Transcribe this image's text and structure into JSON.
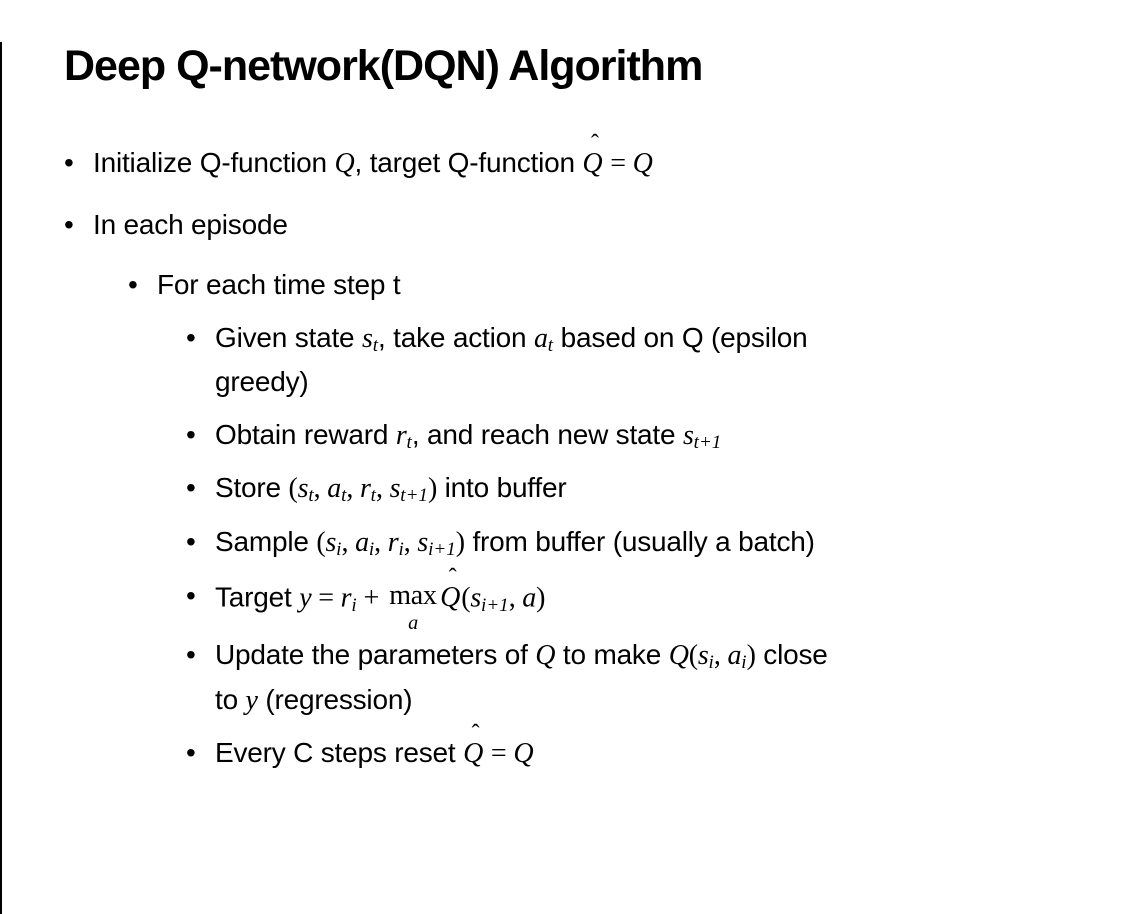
{
  "slide": {
    "title": "Deep Q-network(DQN) Algorithm",
    "glyphs": {
      "bullet": "•",
      "hat": "ˆ"
    },
    "bullets": [
      {
        "level": 1,
        "segments": [
          {
            "s": "t",
            "t": "Initialize Q-function "
          },
          {
            "s": "m",
            "t": "Q"
          },
          {
            "s": "t",
            "t": ", target Q-function "
          },
          {
            "s": "hat",
            "t": "Q"
          },
          {
            "s": "r",
            "t": " = "
          },
          {
            "s": "m",
            "t": "Q"
          }
        ]
      },
      {
        "level": 1,
        "segments": [
          {
            "s": "t",
            "t": "In each episode"
          }
        ]
      },
      {
        "level": 2,
        "segments": [
          {
            "s": "t",
            "t": "For each time step t"
          }
        ]
      },
      {
        "level": 3,
        "segments": [
          {
            "s": "t",
            "t": "Given state "
          },
          {
            "s": "m",
            "t": "s"
          },
          {
            "s": "sub",
            "t": "t"
          },
          {
            "s": "t",
            "t": ", take action "
          },
          {
            "s": "m",
            "t": "a"
          },
          {
            "s": "sub",
            "t": "t"
          },
          {
            "s": "t",
            "t": " based on Q (epsilon"
          },
          {
            "s": "br"
          },
          {
            "s": "t",
            "t": "greedy)"
          }
        ]
      },
      {
        "level": 3,
        "segments": [
          {
            "s": "t",
            "t": "Obtain reward "
          },
          {
            "s": "m",
            "t": "r"
          },
          {
            "s": "sub",
            "t": "t"
          },
          {
            "s": "t",
            "t": ", and reach new state "
          },
          {
            "s": "m",
            "t": "s"
          },
          {
            "s": "sub",
            "t": "t+1"
          }
        ]
      },
      {
        "level": 3,
        "segments": [
          {
            "s": "t",
            "t": "Store "
          },
          {
            "s": "r",
            "t": "("
          },
          {
            "s": "m",
            "t": "s"
          },
          {
            "s": "sub",
            "t": "t"
          },
          {
            "s": "r",
            "t": ", "
          },
          {
            "s": "m",
            "t": "a"
          },
          {
            "s": "sub",
            "t": "t"
          },
          {
            "s": "r",
            "t": ", "
          },
          {
            "s": "m",
            "t": "r"
          },
          {
            "s": "sub",
            "t": "t"
          },
          {
            "s": "r",
            "t": ", "
          },
          {
            "s": "m",
            "t": "s"
          },
          {
            "s": "sub",
            "t": "t+1"
          },
          {
            "s": "r",
            "t": ")"
          },
          {
            "s": "t",
            "t": " into buffer"
          }
        ]
      },
      {
        "level": 3,
        "segments": [
          {
            "s": "t",
            "t": "Sample "
          },
          {
            "s": "r",
            "t": "("
          },
          {
            "s": "m",
            "t": "s"
          },
          {
            "s": "sub",
            "t": "i"
          },
          {
            "s": "r",
            "t": ", "
          },
          {
            "s": "m",
            "t": "a"
          },
          {
            "s": "sub",
            "t": "i"
          },
          {
            "s": "r",
            "t": ", "
          },
          {
            "s": "m",
            "t": "r"
          },
          {
            "s": "sub",
            "t": "i"
          },
          {
            "s": "r",
            "t": ", "
          },
          {
            "s": "m",
            "t": "s"
          },
          {
            "s": "sub",
            "t": "i+1"
          },
          {
            "s": "r",
            "t": ")"
          },
          {
            "s": "t",
            "t": " from buffer (usually a batch)"
          }
        ]
      },
      {
        "level": 3,
        "segments": [
          {
            "s": "t",
            "t": "Target "
          },
          {
            "s": "m",
            "t": "y"
          },
          {
            "s": "r",
            "t": " = "
          },
          {
            "s": "m",
            "t": "r"
          },
          {
            "s": "sub",
            "t": "i"
          },
          {
            "s": "r",
            "t": " + "
          },
          {
            "s": "stack",
            "top": "max",
            "bot": "a"
          },
          {
            "s": "hat",
            "t": "Q"
          },
          {
            "s": "r",
            "t": "("
          },
          {
            "s": "m",
            "t": "s"
          },
          {
            "s": "sub",
            "t": "i+1"
          },
          {
            "s": "r",
            "t": ", "
          },
          {
            "s": "m",
            "t": "a"
          },
          {
            "s": "r",
            "t": ")"
          }
        ]
      },
      {
        "level": 3,
        "segments": [
          {
            "s": "t",
            "t": "Update the parameters of "
          },
          {
            "s": "m",
            "t": "Q"
          },
          {
            "s": "t",
            "t": " to make "
          },
          {
            "s": "m",
            "t": "Q"
          },
          {
            "s": "r",
            "t": "("
          },
          {
            "s": "m",
            "t": "s"
          },
          {
            "s": "sub",
            "t": "i"
          },
          {
            "s": "r",
            "t": ", "
          },
          {
            "s": "m",
            "t": "a"
          },
          {
            "s": "sub",
            "t": "i"
          },
          {
            "s": "r",
            "t": ")"
          },
          {
            "s": "t",
            "t": " close"
          },
          {
            "s": "br"
          },
          {
            "s": "t",
            "t": "to "
          },
          {
            "s": "m",
            "t": "y"
          },
          {
            "s": "t",
            "t": " (regression)"
          }
        ]
      },
      {
        "level": 3,
        "segments": [
          {
            "s": "t",
            "t": "Every C steps reset "
          },
          {
            "s": "hat",
            "t": "Q"
          },
          {
            "s": "r",
            "t": " = "
          },
          {
            "s": "m",
            "t": "Q"
          }
        ]
      }
    ]
  }
}
